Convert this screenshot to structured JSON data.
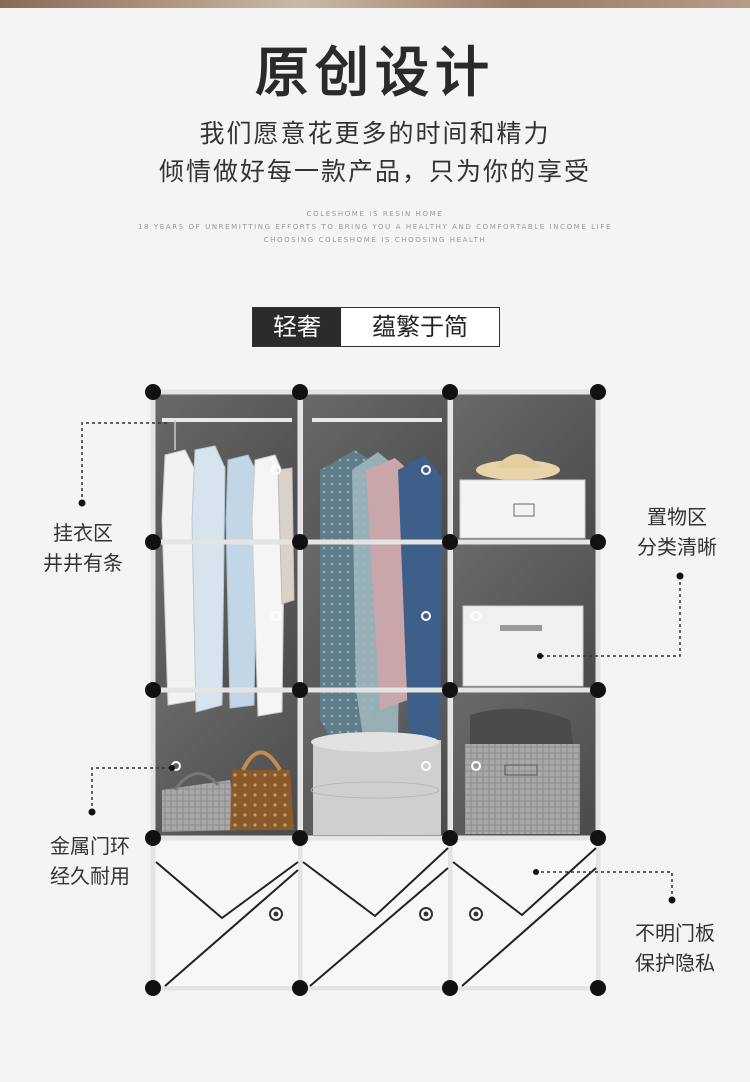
{
  "header": {
    "title": "原创设计",
    "line1": "我们愿意花更多的时间和精力",
    "line2": "倾情做好每一款产品，只为你的享受",
    "english": [
      "COLESHOME IS RESIN HOME",
      "18 YEARS OF UNREMITTING EFFORTS TO BRING YOU A HEALTHY AND COMFORTABLE INCOME LIFE",
      "CHOOSING COLESHOME IS CHOOSING HEALTH"
    ]
  },
  "tag": {
    "dark": "轻奢",
    "light": "蕴繁于简"
  },
  "labels": {
    "hanging": [
      "挂衣区",
      "井井有条"
    ],
    "storage": [
      "置物区",
      "分类清晰"
    ],
    "ring": [
      "金属门环",
      "经久耐用"
    ],
    "door": [
      "不明门板",
      "保护隐私"
    ]
  },
  "colors": {
    "frame": "#dcdcdc",
    "panel": "#5a5a5a",
    "connector": "#111111",
    "door": "#f7f7f7"
  }
}
